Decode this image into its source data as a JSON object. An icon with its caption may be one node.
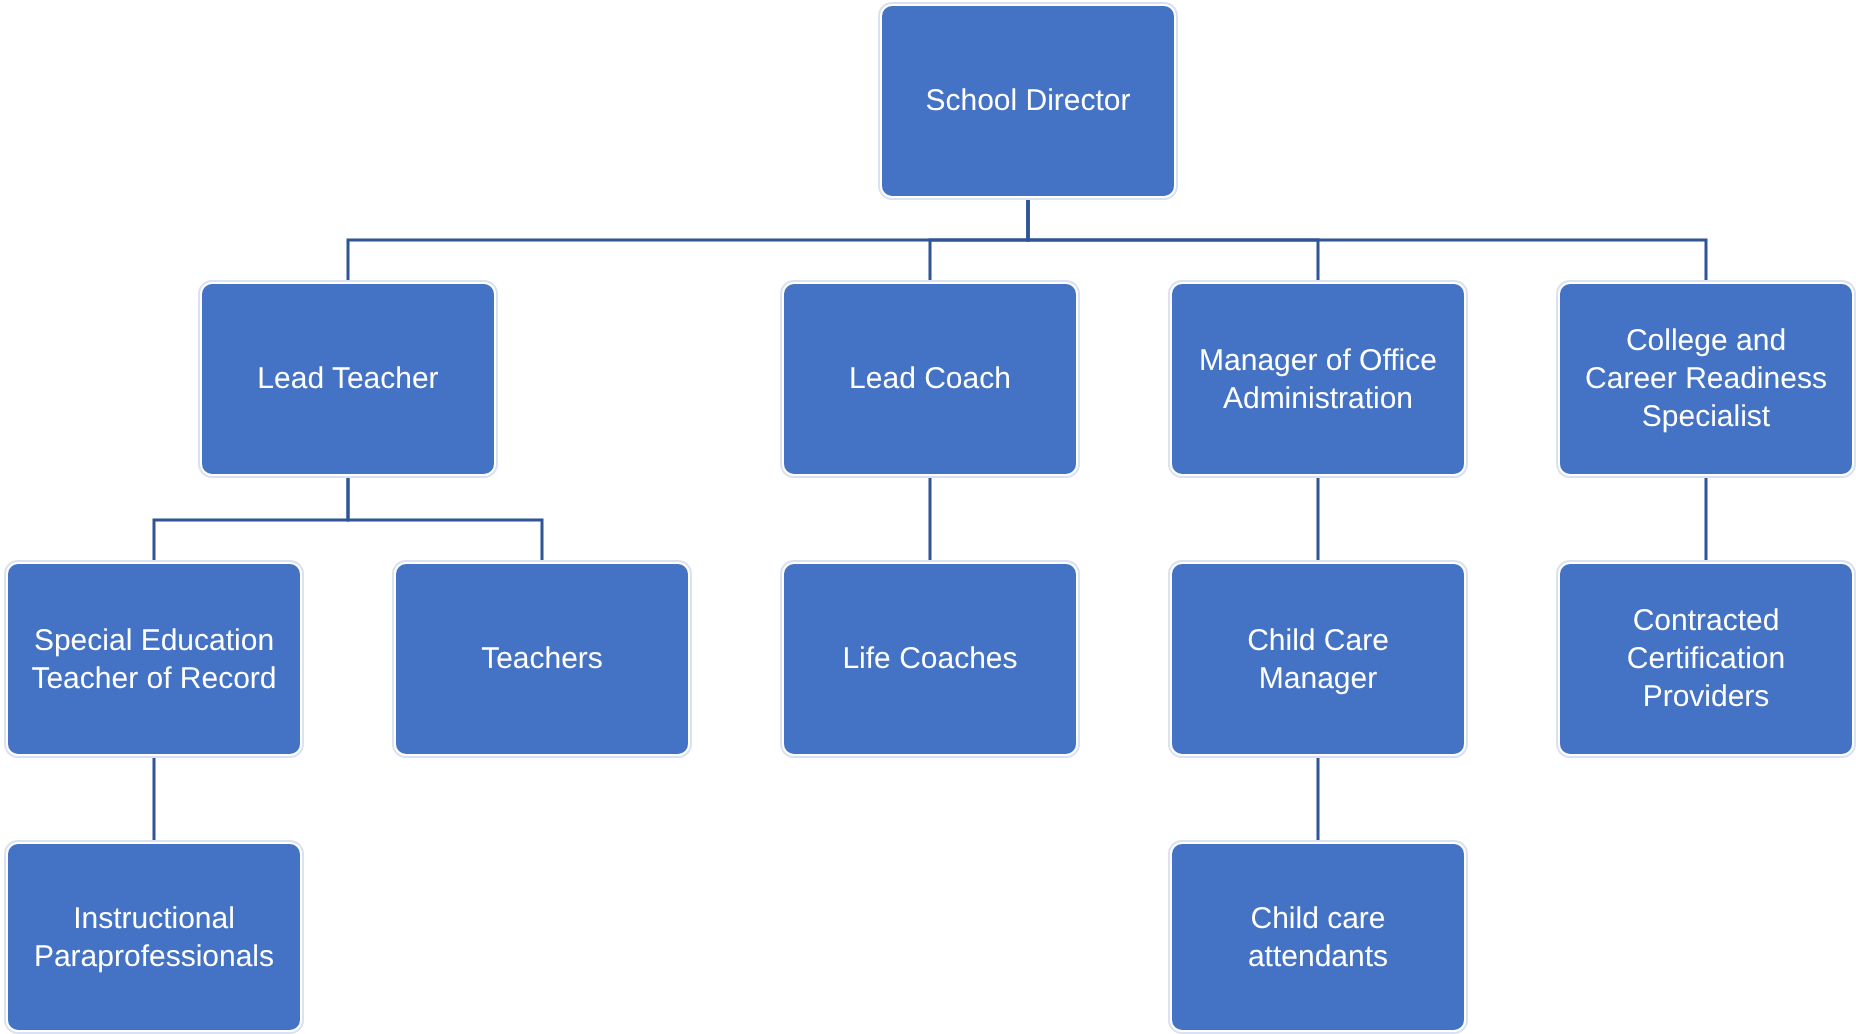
{
  "diagram": {
    "nodes": [
      {
        "text": [
          "School Director"
        ]
      },
      {
        "text": [
          "Lead Teacher"
        ]
      },
      {
        "text": [
          "Lead Coach"
        ]
      },
      {
        "text": [
          "Manager of Office Administration"
        ]
      },
      {
        "text": [
          "College and Career Readiness Specialist"
        ]
      },
      {
        "text": [
          "Special Education Teacher of Record"
        ]
      },
      {
        "text": [
          "Teachers"
        ]
      },
      {
        "text": [
          "Life Coaches"
        ]
      },
      {
        "text": [
          "Child Care Manager"
        ]
      },
      {
        "text": [
          "Contracted Certification Providers"
        ]
      },
      {
        "text": [
          "Instructional Paraprofessionals"
        ]
      },
      {
        "text": [
          "Child care attendants"
        ]
      }
    ],
    "edges": [
      {
        "from": 0,
        "to": 1,
        "arrow": "none"
      },
      {
        "from": 0,
        "to": 2,
        "arrow": "none"
      },
      {
        "from": 0,
        "to": 3,
        "arrow": "none"
      },
      {
        "from": 0,
        "to": 4,
        "arrow": "none"
      },
      {
        "from": 1,
        "to": 5,
        "arrow": "none"
      },
      {
        "from": 1,
        "to": 6,
        "arrow": "none"
      },
      {
        "from": 2,
        "to": 7,
        "arrow": "none"
      },
      {
        "from": 3,
        "to": 8,
        "arrow": "none"
      },
      {
        "from": 4,
        "to": 9,
        "arrow": "none"
      },
      {
        "from": 5,
        "to": 10,
        "arrow": "none"
      },
      {
        "from": 8,
        "to": 11,
        "arrow": "none"
      }
    ]
  }
}
